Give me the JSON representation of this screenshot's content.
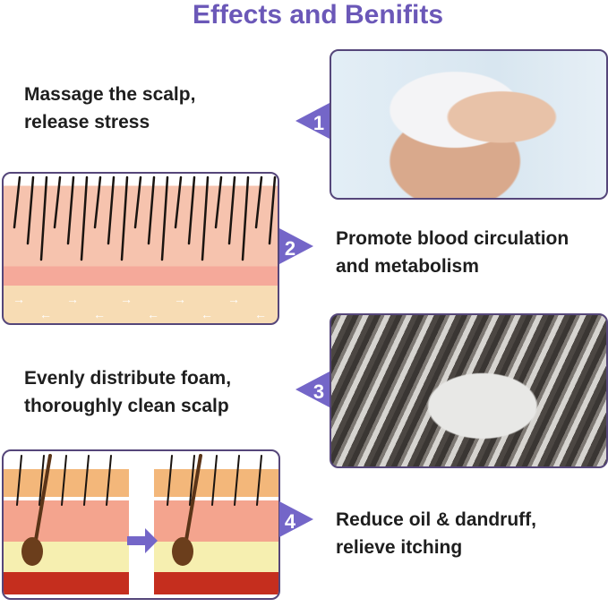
{
  "title": "Effects and Benifits",
  "steps": [
    {
      "number": "1",
      "line1": "Massage the scalp,",
      "line2": "release stress"
    },
    {
      "number": "2",
      "line1": "Promote blood circulation",
      "line2": "and metabolism"
    },
    {
      "number": "3",
      "line1": "Evenly distribute foam,",
      "line2": "thoroughly clean scalp"
    },
    {
      "number": "4",
      "line1": "Reduce oil & dandruff,",
      "line2": "relieve itching"
    }
  ],
  "colors": {
    "accent": "#6b58b8",
    "marker": "#7466c8",
    "border": "#55467a"
  }
}
